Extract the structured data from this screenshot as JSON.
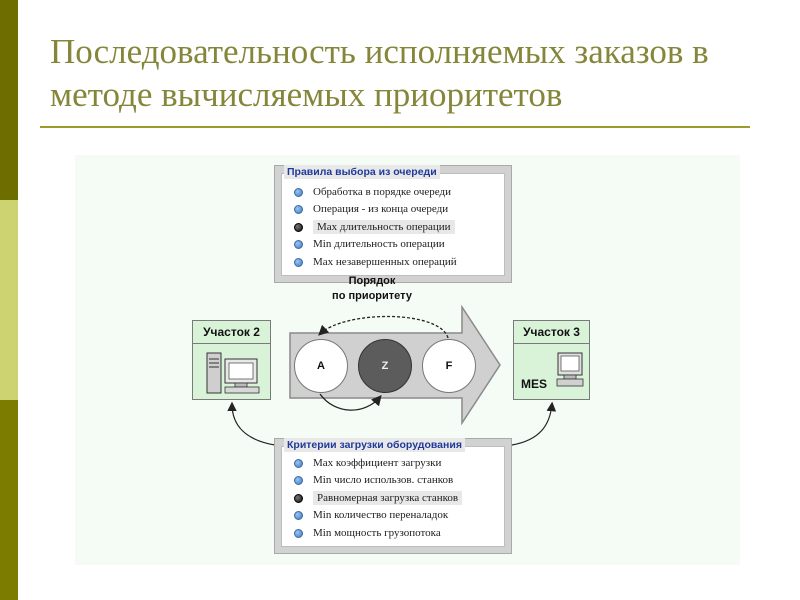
{
  "slide": {
    "title": "Последовательность исполняемых заказов в методе вычисляемых приоритетов",
    "accent_colors": {
      "title": "#85863a",
      "stripe_dark": "#6e6e00",
      "stripe_light": "#cdd370",
      "rule": "#9b9b2a"
    }
  },
  "diagram": {
    "queue_rules": {
      "title": "Правила выбора из очереди",
      "options": [
        {
          "label": "Обработка в порядке очереди",
          "selected": false
        },
        {
          "label": "Операция - из конца очереди",
          "selected": false
        },
        {
          "label": "Max длительность операции",
          "selected": true
        },
        {
          "label": "Min длительность операции",
          "selected": false
        },
        {
          "label": "Max незавершенных операций",
          "selected": false
        }
      ]
    },
    "order_label_line1": "Порядок",
    "order_label_line2": "по приоритету",
    "site_left": {
      "label": "Участок 2",
      "icon": "computer-workstation-icon"
    },
    "site_right": {
      "label": "Участок 3",
      "caption": "MES",
      "icon": "computer-terminal-icon"
    },
    "jobs": [
      {
        "label": "A",
        "color": "#ffffff"
      },
      {
        "label": "Z",
        "color": "#5c5c5c"
      },
      {
        "label": "F",
        "color": "#ffffff"
      }
    ],
    "load_criteria": {
      "title": "Критерии загрузки оборудования",
      "options": [
        {
          "label": "Max коэффициент загрузки",
          "selected": false
        },
        {
          "label": "Min число использов. станков",
          "selected": false
        },
        {
          "label": "Равномерная загрузка станков",
          "selected": true
        },
        {
          "label": "Min количество переналадок",
          "selected": false
        },
        {
          "label": "Min мощность грузопотока",
          "selected": false
        }
      ]
    }
  }
}
